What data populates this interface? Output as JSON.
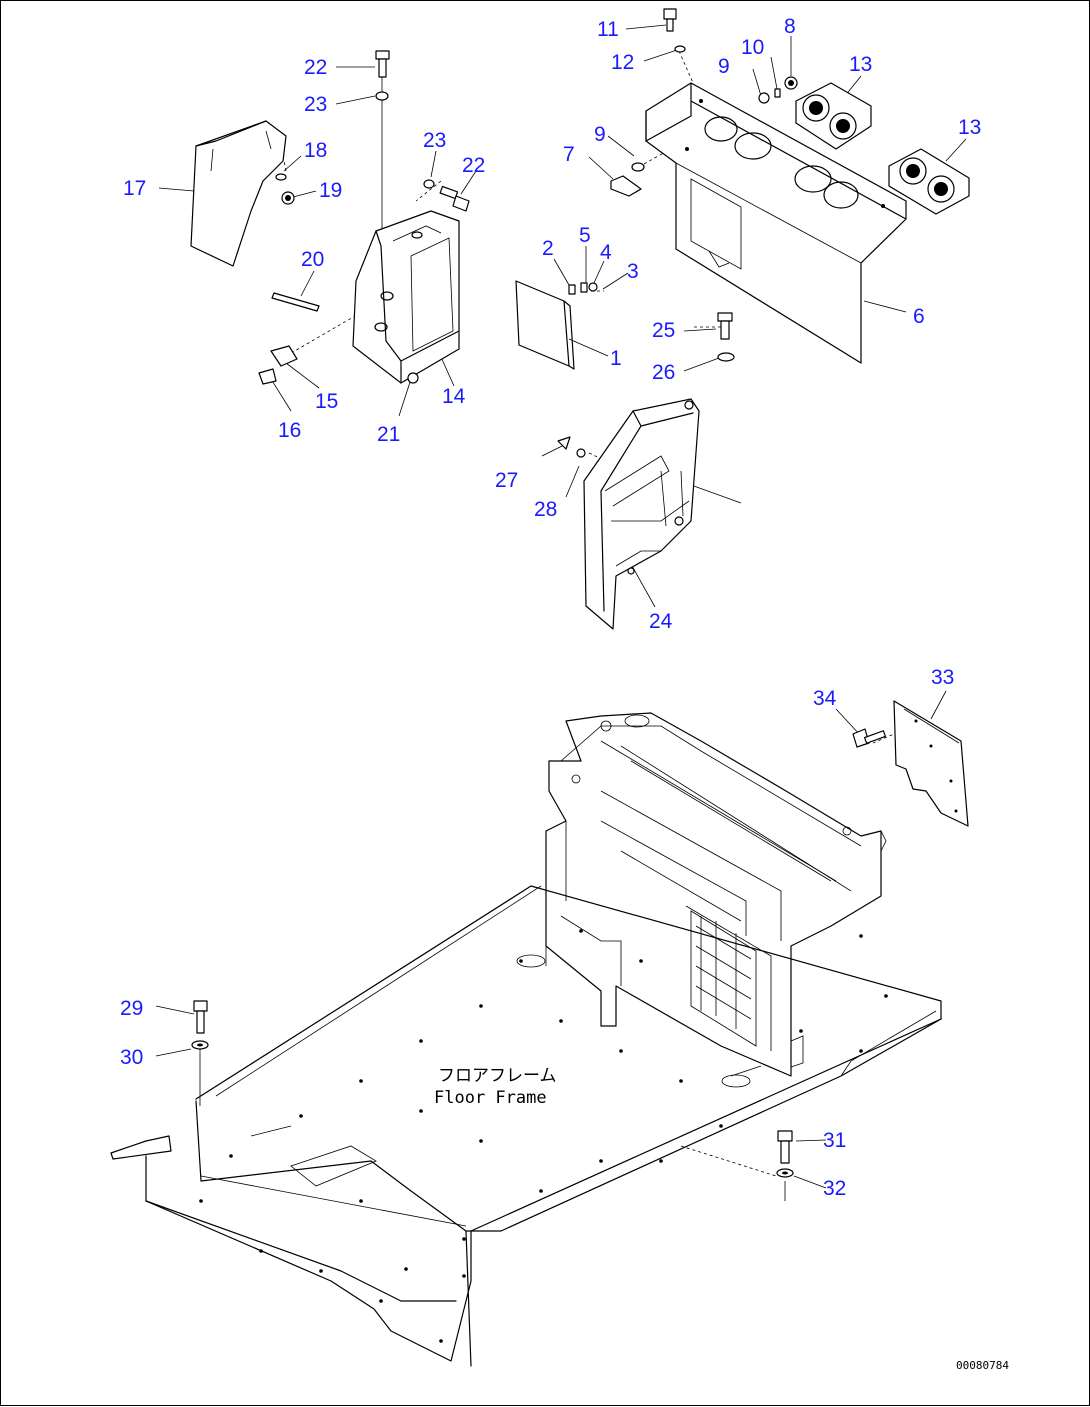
{
  "callouts": [
    "11",
    "12",
    "10",
    "8",
    "9",
    "13",
    "13",
    "9",
    "7",
    "22",
    "23",
    "23",
    "22",
    "18",
    "19",
    "17",
    "20",
    "2",
    "5",
    "4",
    "3",
    "25",
    "26",
    "6",
    "1",
    "15",
    "16",
    "21",
    "14",
    "27",
    "28",
    "24",
    "34",
    "33",
    "29",
    "30",
    "31",
    "32"
  ],
  "floor_label": {
    "jp": "フロアフレーム",
    "en": "Floor Frame"
  },
  "drawing_code": "00080784"
}
